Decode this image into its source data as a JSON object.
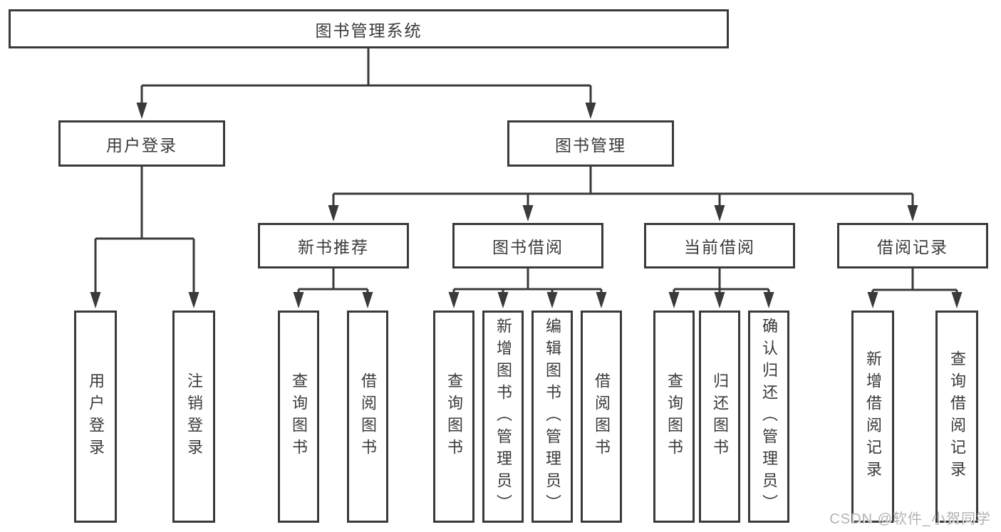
{
  "colors": {
    "line": "#3a3a3a",
    "text": "#3a3a3a",
    "watermark": "#b3b3b3",
    "background": "#ffffff"
  },
  "watermark": "CSDN @软件_小贺同学",
  "tree": {
    "root": "图书管理系统",
    "branches": {
      "user_login": {
        "label": "用户登录",
        "children": {
          "login": "用户登录",
          "logout": "注销登录"
        }
      },
      "book_mgmt": {
        "label": "图书管理",
        "sections": {
          "new_book_rec": {
            "label": "新书推荐",
            "children": {
              "query": "查询图书",
              "borrow": "借阅图书"
            }
          },
          "book_borrow": {
            "label": "图书借阅",
            "children": {
              "query": "查询图书",
              "add": "新增图书（管理员）",
              "edit": "编辑图书（管理员）",
              "borrow": "借阅图书"
            }
          },
          "current_borrow": {
            "label": "当前借阅",
            "children": {
              "query": "查询图书",
              "return": "归还图书",
              "confirm": "确认归还（管理员）"
            }
          },
          "borrow_records": {
            "label": "借阅记录",
            "children": {
              "add": "新增借阅记录",
              "query": "查询借阅记录"
            }
          }
        }
      }
    }
  }
}
